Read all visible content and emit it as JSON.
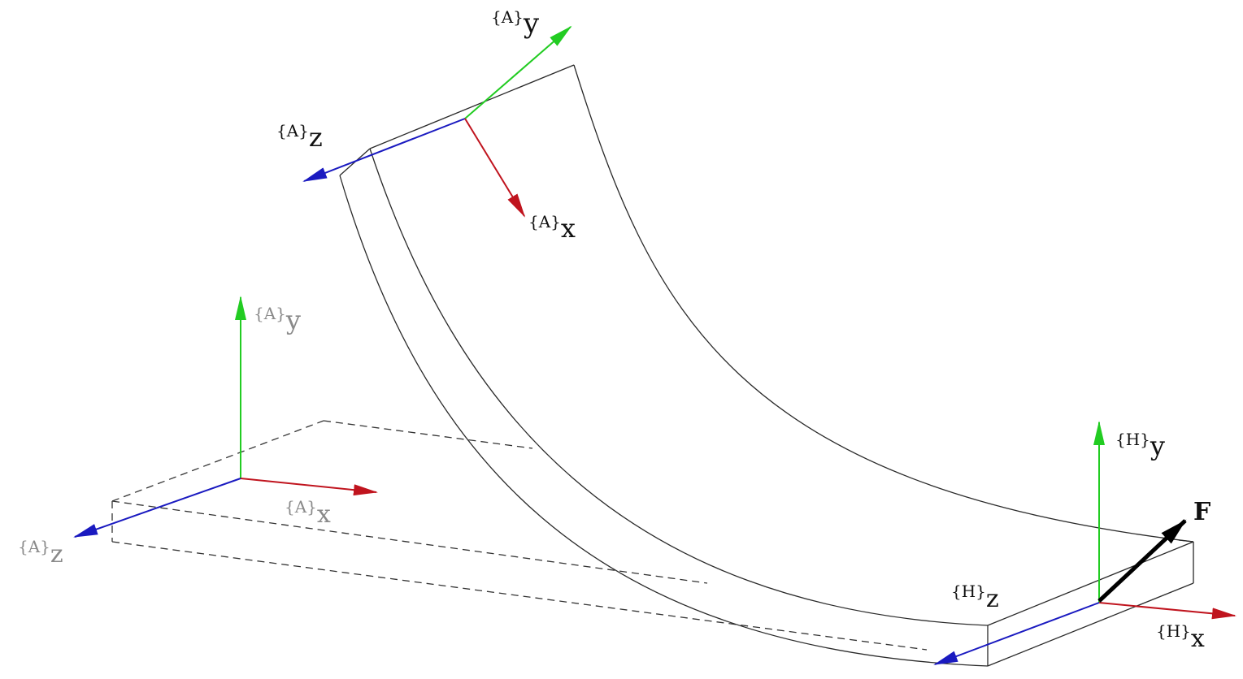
{
  "colors": {
    "x_axis": "#c0141e",
    "y_axis": "#22cc22",
    "z_axis": "#1a1ac0",
    "outline": "#2a2a2a",
    "dashed_outline": "#333333",
    "ghost_label": "#8a8a8a",
    "label": "#111111",
    "force": "#000000"
  },
  "labels": {
    "deformed_frame": {
      "y": {
        "sup": "{A}",
        "axis": "y"
      },
      "z": {
        "sup": "{A}",
        "axis": "z"
      },
      "x": {
        "sup": "{A}",
        "axis": "x"
      }
    },
    "undeformed_frame": {
      "y": {
        "sup": "{A}",
        "axis": "y"
      },
      "x": {
        "sup": "{A}",
        "axis": "x"
      },
      "z": {
        "sup": "{A}",
        "axis": "z"
      }
    },
    "tip_frame": {
      "y": {
        "sup": "{H}",
        "axis": "y"
      },
      "z": {
        "sup": "{H}",
        "axis": "z"
      },
      "x": {
        "sup": "{H}",
        "axis": "x"
      }
    },
    "force": "F"
  },
  "icons": {
    "deformed_frame": "coordinate-frame-icon",
    "undeformed_frame": "coordinate-frame-icon",
    "tip_frame": "coordinate-frame-icon",
    "force": "force-arrow-icon"
  }
}
